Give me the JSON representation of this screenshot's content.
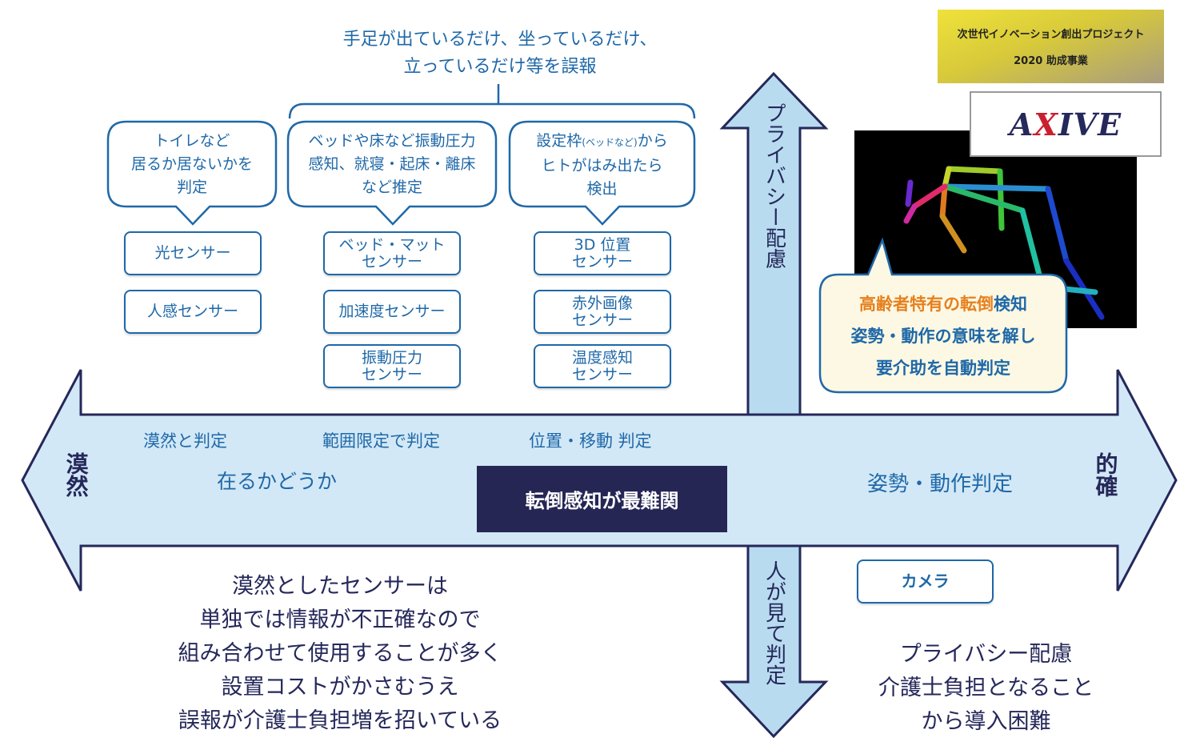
{
  "header": {
    "badge": {
      "line1": "次世代イノベーション創出プロジェクト",
      "line2": "2020 助成事業",
      "colors": [
        "#efe23a",
        "#a89c80"
      ]
    },
    "logo": {
      "text_prefix": "A",
      "text_x": "X",
      "text_suffix": "IVE",
      "brand_navy": "#25285a",
      "brand_red": "#c9202f"
    }
  },
  "top_note": {
    "line1": "手足が出ているだけ、坐っているだけ、",
    "line2": "立っているだけ等を誤報"
  },
  "columns": [
    {
      "bubble": [
        "トイレなど",
        "居るか居ないかを",
        "判定"
      ],
      "sensors": [
        [
          "光センサー"
        ],
        [
          "人感センサー"
        ]
      ]
    },
    {
      "bubble": [
        "ベッドや床など振動圧力",
        "感知、就寝・起床・離床",
        "など推定"
      ],
      "sensors": [
        [
          "ベッド・マット",
          "センサー"
        ],
        [
          "加速度センサー"
        ],
        [
          "振動圧力",
          "センサー"
        ]
      ]
    },
    {
      "bubble_prefix": "設定枠",
      "bubble_small": "(ベッドなど)",
      "bubble_suffix": "から",
      "bubble": [
        "ヒトがはみ出たら",
        "検出"
      ],
      "sensors": [
        [
          "3D 位置",
          "センサー"
        ],
        [
          "赤外画像",
          "センサー"
        ],
        [
          "温度感知",
          "センサー"
        ]
      ]
    }
  ],
  "vertical_axis": {
    "top_label": "プライバシー配慮",
    "bottom_label": "人が見て判定"
  },
  "horizontal_axis": {
    "left_label": "漠然",
    "right_label": "的確",
    "stages": [
      "漠然と判定",
      "範囲限定で判定",
      "位置・移動 判定"
    ],
    "presence": "在るかどうか",
    "posture": "姿勢・動作判定",
    "key_message": "転倒感知が最難関"
  },
  "callout": {
    "highlight": "高齢者特有の転倒",
    "line1_rest": "検知",
    "line2": "姿勢・動作の意味を解し",
    "line3": "要介助を自動判定",
    "highlight_color": "#e6801e",
    "bg_color": "#fcf8e3"
  },
  "camera": {
    "label": "カメラ"
  },
  "summary_left": [
    "漠然としたセンサーは",
    "単独では情報が不正確なので",
    "組み合わせて使用することが多く",
    "設置コストがかさむうえ",
    "誤報が介護士負担増を招いている"
  ],
  "summary_right": [
    "プライバシー配慮",
    "介護士負担となること",
    "から導入困難"
  ],
  "colors": {
    "accent_blue": "#1f68a8",
    "navy": "#25285a",
    "arrow_fill": "#d2e8f6",
    "v_arrow_fill": "#b8dbf0"
  }
}
